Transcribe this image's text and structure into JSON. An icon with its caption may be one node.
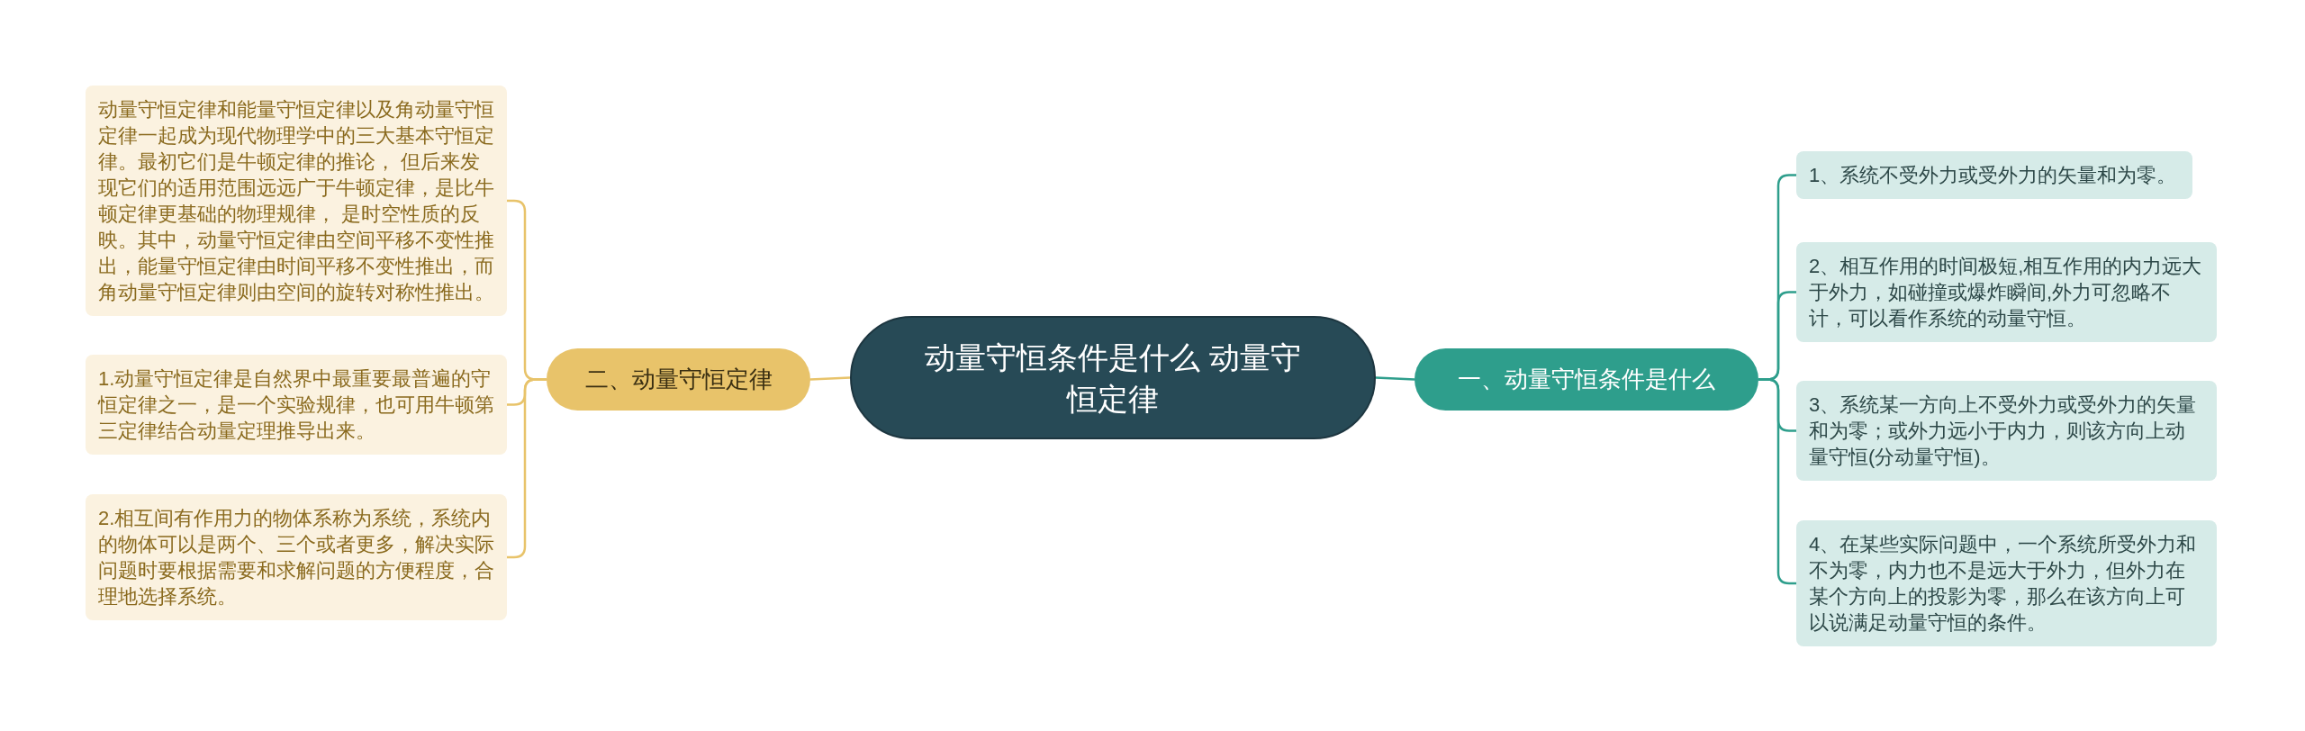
{
  "diagram": {
    "nodes": [
      {
        "text": [
          "动量守恒条件是什么 动量守恒定律"
        ]
      },
      {
        "text": [
          "二、动量守恒定律"
        ]
      },
      {
        "text": [
          "一、动量守恒条件是什么"
        ]
      },
      {
        "text": [
          "动量守恒定律和能量守恒定律以及角动量守恒定律一起成为现代物理学中的三大基本守恒定律。最初它们是牛顿定律的推论， 但后来发现它们的适用范围远远广于牛顿定律，是比牛顿定律更基础的物理规律， 是时空性质的反映。其中，动量守恒定律由空间平移不变性推出，能量守恒定律由时间平移不变性推出，而角动量守恒定律则由空间的旋转对称性推出。"
        ]
      },
      {
        "text": [
          "1.动量守恒定律是自然界中最重要最普遍的守恒定律之一，是一个实验规律，也可用牛顿第三定律结合动量定理推导出来。"
        ]
      },
      {
        "text": [
          "2.相互间有作用力的物体系称为系统，系统内的物体可以是两个、三个或者更多，解决实际问题时要根据需要和求解问题的方便程度，合理地选择系统。"
        ]
      },
      {
        "text": [
          "1、系统不受外力或受外力的矢量和为零。"
        ]
      },
      {
        "text": [
          "2、相互作用的时间极短,相互作用的内力远大于外力，如碰撞或爆炸瞬间,外力可忽略不计，可以看作系统的动量守恒。"
        ]
      },
      {
        "text": [
          "3、系统某一方向上不受外力或受外力的矢量和为零；或外力远小于内力，则该方向上动量守恒(分动量守恒)。"
        ]
      },
      {
        "text": [
          "4、在某些实际问题中，一个系统所受外力和不为零，内力也不是远大于外力，但外力在某个方向上的投影为零，那么在该方向上可以说满足动量守恒的条件。"
        ]
      }
    ],
    "edges": [
      {
        "from": 0,
        "to": 1,
        "arrow": "none",
        "color": "#e8c36a"
      },
      {
        "from": 0,
        "to": 2,
        "arrow": "none"
      },
      {
        "from": 1,
        "to": 3,
        "arrow": "none",
        "color": "#e8c36a"
      },
      {
        "from": 1,
        "to": 4,
        "arrow": "none",
        "color": "#e8c36a"
      },
      {
        "from": 1,
        "to": 5,
        "arrow": "none",
        "color": "#e8c36a"
      },
      {
        "from": 2,
        "to": 6,
        "arrow": "none"
      },
      {
        "from": 2,
        "to": 7,
        "arrow": "none"
      },
      {
        "from": 2,
        "to": 8,
        "arrow": "none"
      },
      {
        "from": 2,
        "to": 9,
        "arrow": "none"
      }
    ]
  }
}
